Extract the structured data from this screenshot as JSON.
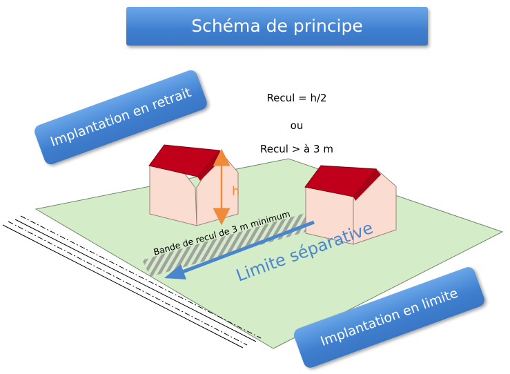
{
  "title": "Schéma de principe",
  "badges": {
    "retrait": "Implantation en retrait",
    "limite": "Implantation en limite"
  },
  "formula": {
    "line1": "Recul = h/2",
    "line2": "ou",
    "line3": "Recul > à 3 m"
  },
  "labels": {
    "height": "h",
    "band": "Bande de recul de 3 m minimum",
    "boundary": "Limite séparative"
  },
  "colors": {
    "ground": "#d4ecc8",
    "roof": "#c0001a",
    "wall": "#fbdcd0",
    "banner": "#4a8ad8",
    "arrow": "#4a86cc",
    "height_arrow": "#ef8a3b",
    "hatch": "#9a9a9a"
  }
}
